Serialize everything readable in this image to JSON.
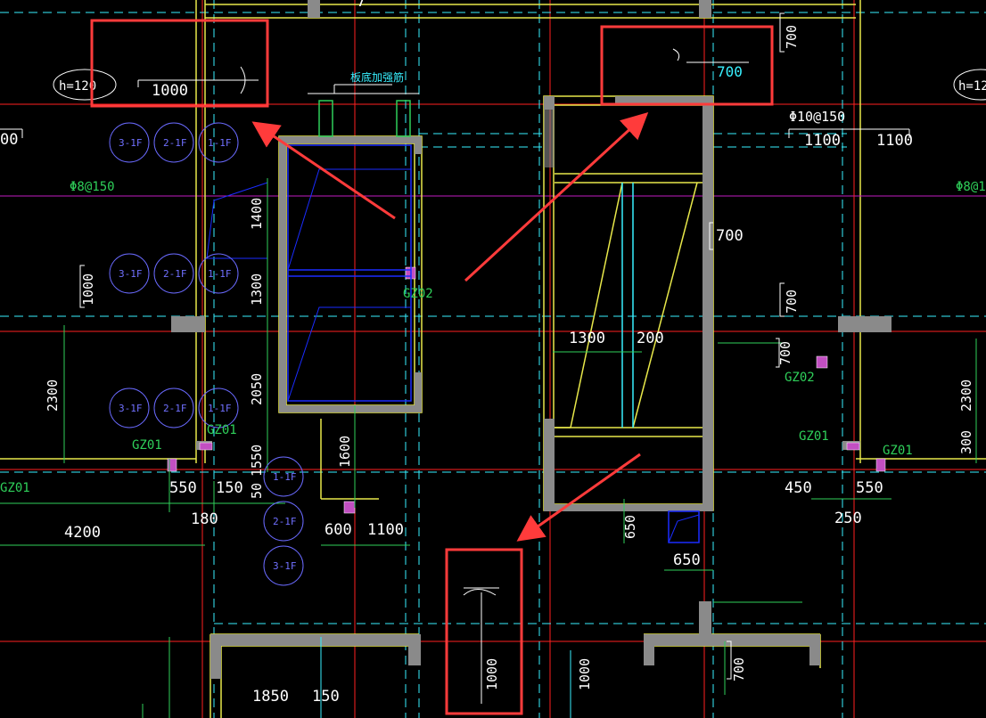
{
  "drawing": {
    "slab_thickness_labels": [
      "h=120",
      "h=12"
    ],
    "rebar_labels": [
      "Φ8@150",
      "Φ10@150",
      "Φ8@1"
    ],
    "note_label": "板底加强筋",
    "column_tags": [
      "GZ02",
      "GZ02",
      "GZ01",
      "GZ01",
      "GZ01",
      "GZ01",
      "GZ01"
    ],
    "dimensions": {
      "d1000_a": "1000",
      "d700_a": "700",
      "d700_b": "700",
      "d700_c": "700",
      "d700_d": "700",
      "d700_e": "700",
      "d1100_a": "1100",
      "d1100_b": "1100",
      "d1100_c": "1100",
      "d1400": "1400",
      "d1300_v": "1300",
      "d1000_v": "1000",
      "d2300_l": "2300",
      "d2050": "2050",
      "d1600": "1600",
      "d1550": "1550",
      "d50": "50",
      "d550_l": "550",
      "d150_l": "150",
      "d180": "180",
      "d4200": "4200",
      "d600": "600",
      "d1300_h": "1300",
      "d200": "200",
      "d650_v": "650",
      "d650_h": "650",
      "d450": "450",
      "d550_r": "550",
      "d250": "250",
      "d2300_r": "2300",
      "d300": "300",
      "d1850": "1850",
      "d150_b": "150",
      "d1000_b": "1000",
      "d1000_c": "1000",
      "d700_f": "700",
      "d00": "00",
      "d7": "7"
    },
    "circle_marks": [
      "3-1F",
      "2-1F",
      "1-1F",
      "3-1F",
      "2-1F",
      "1-1F",
      "3-1F",
      "2-1F",
      "1-1F",
      "1-1F",
      "2-1F",
      "3-1F"
    ],
    "highlight_color": "#ff3b3b",
    "line_colors": {
      "wall": "#e8e84a",
      "axis": "#ff2020",
      "dim": "#2fd05a",
      "dashed": "#38f0ff",
      "hatch": "#1a2cff"
    }
  }
}
